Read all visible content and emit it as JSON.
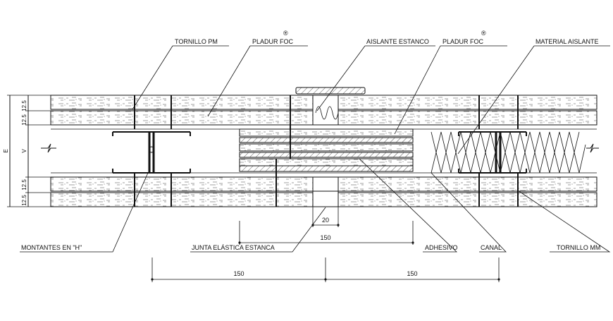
{
  "labels": {
    "tornillo_pm": "TORNILLO PM",
    "pladur_foc_1": "PLADUR  FOC",
    "aislante_estanco": "AISLANTE ESTANCO",
    "pladur_foc_2": "PLADUR  FOC",
    "material_aislante": "MATERIAL AISLANTE",
    "montantes_h": "MONTANTES EN \"H\"",
    "junta_elastica": "JUNTA ELÁSTICA ESTANCA",
    "adhesivo": "ADHESIVO",
    "canal": "CANAL",
    "tornillo_mm": "TORNILLO MM",
    "registered": "®"
  },
  "dimensions": {
    "left_top_1": "12.5",
    "left_top_2": "12.5",
    "left_mid": "V",
    "left_bot_1": "12.5",
    "left_bot_2": "12.5",
    "left_total": "E",
    "joint_gap": "20",
    "overlap": "150",
    "span_left": "150",
    "span_right": "150"
  },
  "colors": {
    "line": "#111111",
    "board_fill": "#ffffff",
    "hatch": "#333333"
  }
}
